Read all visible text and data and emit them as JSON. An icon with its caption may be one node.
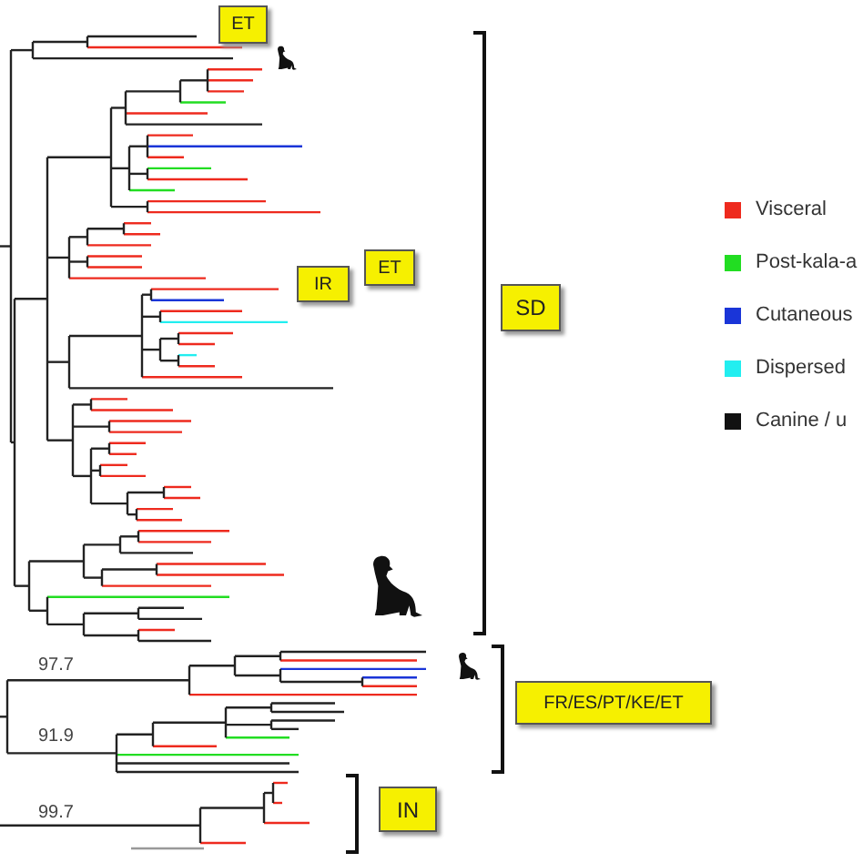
{
  "diagram": {
    "nodes": [
      {
        "text": [
          "ET"
        ]
      },
      {
        "text": [
          "ET"
        ]
      },
      {
        "text": [
          "IR"
        ]
      },
      {
        "text": [
          "SD"
        ]
      },
      {
        "text": [
          "FR/ES/PT/KE/ET"
        ]
      },
      {
        "text": [
          "IN"
        ]
      }
    ],
    "labels": [
      "97.7",
      "91.9",
      "99.7"
    ],
    "legend": [
      {
        "text": "Visceral",
        "color": "#ee2a1e"
      },
      {
        "text": "Post-kala-a",
        "color": "#22dd22"
      },
      {
        "text": "Cutaneous",
        "color": "#1a35d8"
      },
      {
        "text": "Dispersed",
        "color": "#22eef0"
      },
      {
        "text": "Canine / u",
        "color": "#111111"
      }
    ]
  }
}
